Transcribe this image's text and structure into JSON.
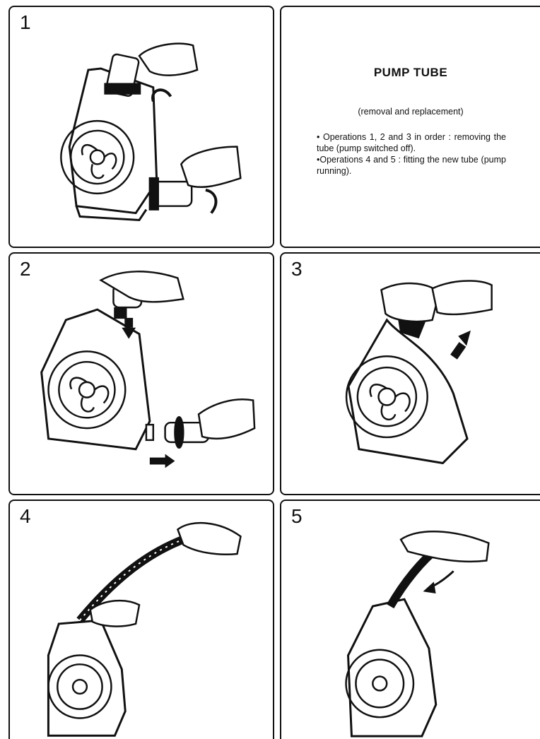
{
  "title": "PUMP TUBE",
  "subtitle": "(removal and replacement)",
  "notes": [
    "• Operations 1, 2 and 3 in order : removing the tube (pump switched off).",
    "•Operations 4 and 5 : fitting the new tube (pump running)."
  ],
  "steps": [
    "1",
    "2",
    "3",
    "4",
    "5"
  ]
}
